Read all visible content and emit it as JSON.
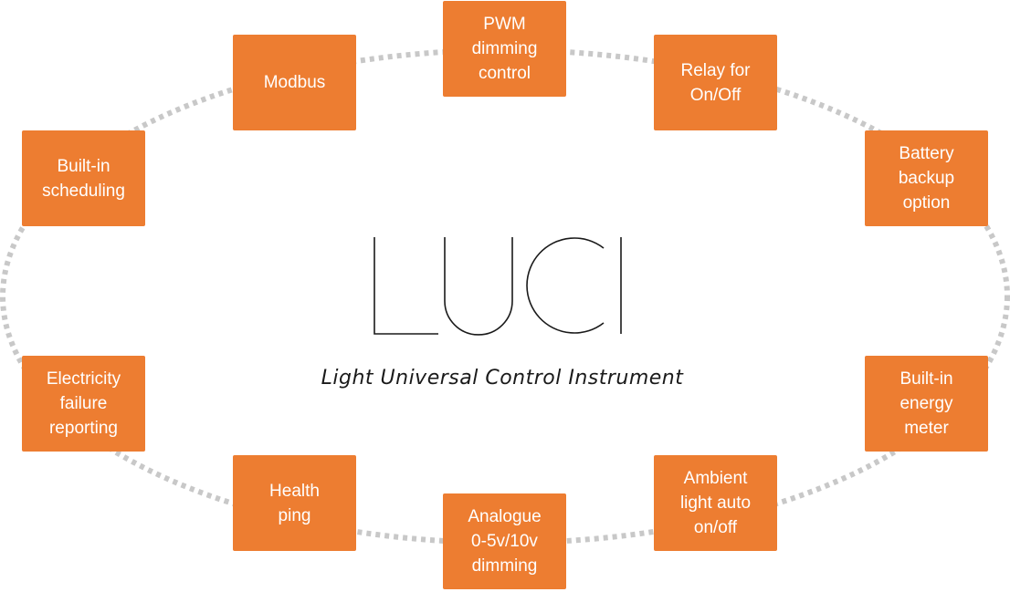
{
  "logo_text": "LUCI",
  "subtitle": "Light Universal Control Instrument",
  "features": {
    "pwm": "PWM\ndimming\ncontrol",
    "relay": "Relay for\nOn/Off",
    "battery": "Battery\nbackup\noption",
    "energy": "Built-in\nenergy\nmeter",
    "ambient": "Ambient\nlight auto\non/off",
    "analogue": "Analogue\n0-5v/10v\ndimming",
    "health": "Health\nping",
    "electricity": "Electricity\nfailure\nreporting",
    "scheduling": "Built-in\nscheduling",
    "modbus": "Modbus"
  },
  "colors": {
    "box": "#ed7d31",
    "box_text": "#ffffff",
    "ring": "#c8c8c8",
    "logo": "#1a1a1a"
  }
}
